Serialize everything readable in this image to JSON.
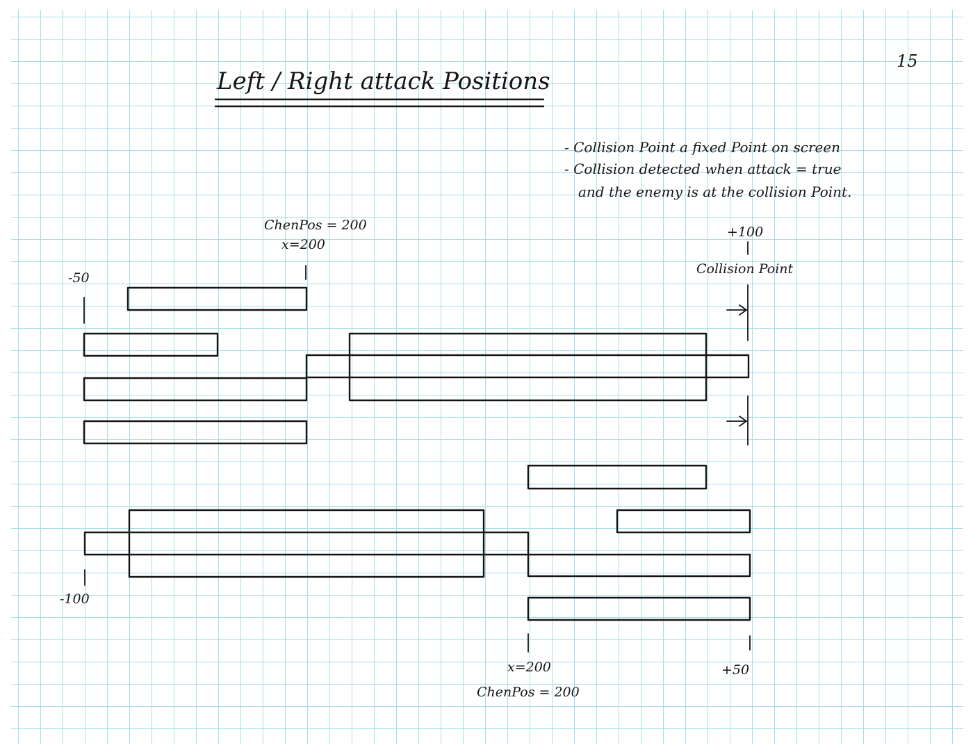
{
  "title": "Left / Right attack Positions",
  "page_number": "15",
  "notes": [
    "- Collision Point a fixed Point on screen",
    "- Collision detected when attack = true",
    "and the enemy is at the collision Point."
  ],
  "top_section": {
    "left_marker": "-50",
    "champ_pos_label": "ChenPos = 200",
    "x_label": "x=200",
    "right_marker": "+100",
    "collision_label": "Collision Point"
  },
  "bottom_section": {
    "left_marker": "-100",
    "x_label": "x=200",
    "champ_pos_label": "ChenPos = 200",
    "right_marker": "+50"
  }
}
